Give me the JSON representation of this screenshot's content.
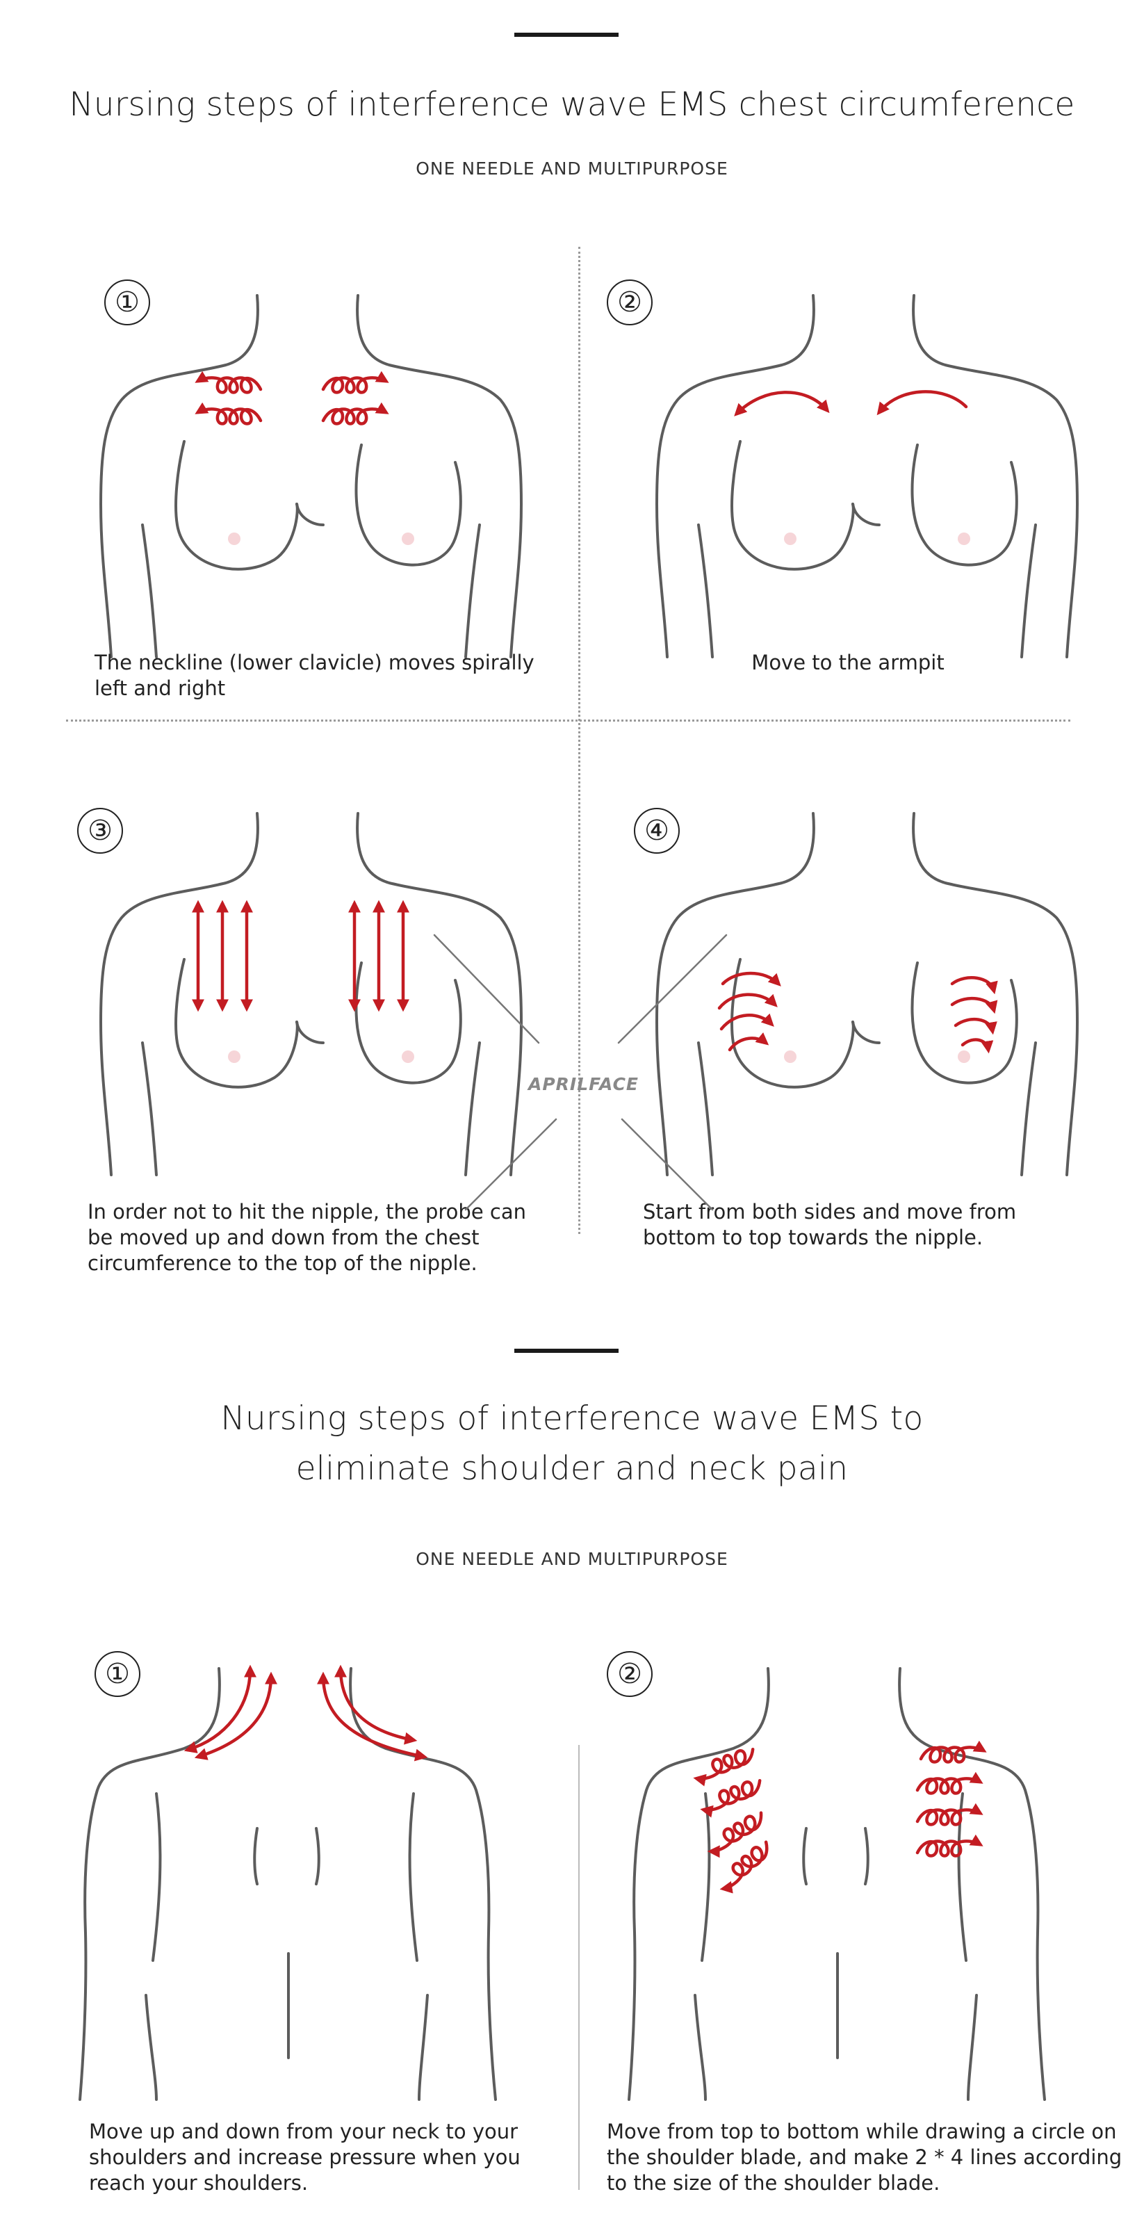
{
  "section1": {
    "title": "Nursing steps of interference wave EMS chest circumference",
    "subtitle": "ONE NEEDLE AND MULTIPURPOSE",
    "steps": [
      {
        "number": "①",
        "caption": "The neckline (lower clavicle) moves spirally left and right"
      },
      {
        "number": "②",
        "caption": "Move to the armpit"
      },
      {
        "number": "③",
        "caption": "In order not to hit the nipple, the probe can be moved up and down from the chest circumference to the top of the nipple."
      },
      {
        "number": "④",
        "caption": "Start from both sides and move from bottom to top towards the nipple."
      }
    ],
    "brand": "APRILFACE"
  },
  "section2": {
    "title_line1": "Nursing steps of interference wave EMS to",
    "title_line2": "eliminate shoulder and neck pain",
    "subtitle": "ONE NEEDLE AND MULTIPURPOSE",
    "steps": [
      {
        "number": "①",
        "caption": "Move up and down from your neck to your shoulders and increase pressure when you reach your shoulders."
      },
      {
        "number": "②",
        "caption": "Move from top to bottom while drawing a circle on the shoulder blade, and make 2 * 4 lines according to the size of the shoulder blade."
      }
    ]
  },
  "colors": {
    "accent": "#c31c22",
    "line": "#5c5c5c"
  }
}
